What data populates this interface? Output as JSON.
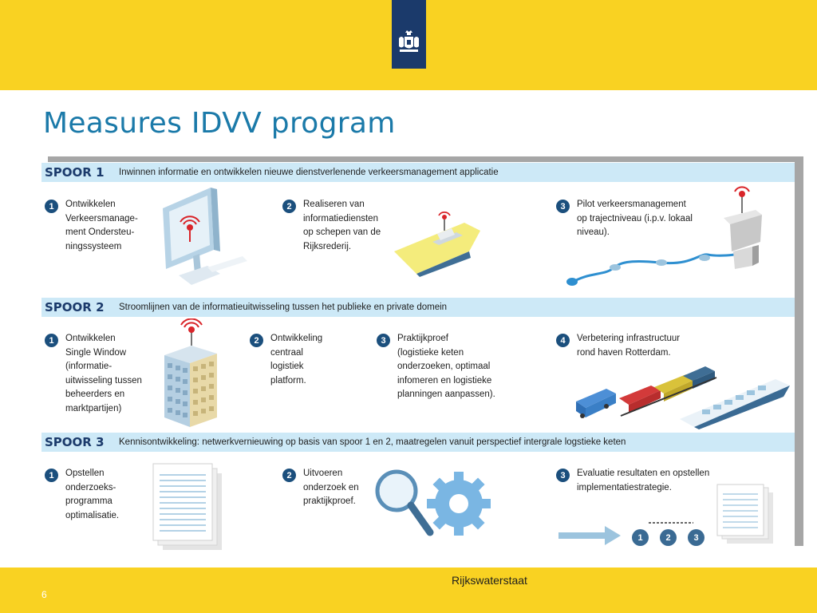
{
  "slide": {
    "title": "Measures IDVV program",
    "page_number": "6",
    "footer_org": "Rijkswaterstaat"
  },
  "colors": {
    "yellow": "#f9d222",
    "navy": "#1b3a6b",
    "title_blue": "#1b7aa9",
    "bar_blue": "#cde9f7"
  },
  "spoor1": {
    "label": "SPOOR 1",
    "description": "Inwinnen informatie en ontwikkelen nieuwe dienstverlenende verkeersmanagement applicatie",
    "items": [
      {
        "num": "1",
        "text": "Ontwikkelen\nVerkeersmanage-\nment Ondersteu-\nningssysteem"
      },
      {
        "num": "2",
        "text": "Realiseren van\ninformatiediensten\nop schepen van de\nRijksrederij."
      },
      {
        "num": "3",
        "text": "Pilot verkeersmanagement\nop trajectniveau (i.p.v. lokaal\nniveau)."
      }
    ]
  },
  "spoor2": {
    "label": "SPOOR 2",
    "description": "Stroomlijnen van de informatieuitwisseling tussen het publieke en private domein",
    "items": [
      {
        "num": "1",
        "text": "Ontwikkelen\nSingle Window\n(informatie-\nuitwisseling tussen\nbeheerders en\nmarktpartijen)"
      },
      {
        "num": "2",
        "text": "Ontwikkeling\ncentraal\nlogistiek\nplatform."
      },
      {
        "num": "3",
        "text": "Praktijkproef\n(logistieke keten\nonderzoeken, optimaal\ninfomeren en logistieke\nplanningen aanpassen)."
      },
      {
        "num": "4",
        "text": "Verbetering infrastructuur\nrond haven Rotterdam."
      }
    ]
  },
  "spoor3": {
    "label": "SPOOR 3",
    "description": "Kennisontwikkeling: netwerkvernieuwing op basis van spoor 1 en 2, maatregelen vanuit perspectief  intergrale logstieke keten",
    "items": [
      {
        "num": "1",
        "text": "Opstellen\nonderzoeks-\nprogramma\noptimalisatie."
      },
      {
        "num": "2",
        "text": "Uitvoeren\nonderzoek en\npraktijkproef."
      },
      {
        "num": "3",
        "text": "Evaluatie resultaten en opstellen\nimplementatiestrategie."
      }
    ],
    "steps": [
      "1",
      "2",
      "3"
    ]
  }
}
